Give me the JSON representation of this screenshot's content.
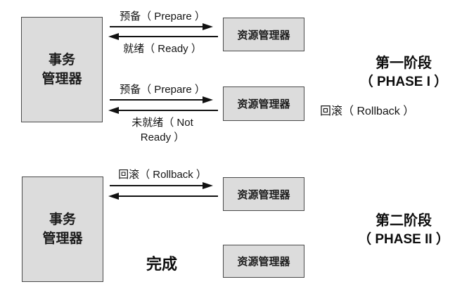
{
  "diagram_title": "two-phase-commit-protocol",
  "colors": {
    "background": "#ffffff",
    "box_fill": "#dcdcdc",
    "box_border": "#4a4a4a",
    "arrow": "#111111",
    "text": "#111111"
  },
  "nodes": {
    "tm1": {
      "line1": "事务",
      "line2": "管理器"
    },
    "tm2": {
      "line1": "事务",
      "line2": "管理器"
    },
    "rm1": {
      "label": "资源管理器"
    },
    "rm2": {
      "label": "资源管理器"
    },
    "rm3": {
      "label": "资源管理器"
    },
    "rm4": {
      "label": "资源管理器"
    }
  },
  "messages": {
    "prepare_1": "预备（ Prepare ）",
    "ready": "就绪（ Ready ）",
    "prepare_2": "预备（ Prepare ）",
    "not_ready_line1": "未就绪（ Not",
    "not_ready_line2": "Ready ）",
    "rollback": "回滚（ Rollback ）"
  },
  "annotations": {
    "phase1_title": "第一阶段",
    "phase1_subtitle": "（ PHASE I ）",
    "rollback_note": "回滚（ Rollback ）",
    "phase2_title": "第二阶段",
    "phase2_subtitle": "（ PHASE II ）",
    "complete": "完成"
  }
}
